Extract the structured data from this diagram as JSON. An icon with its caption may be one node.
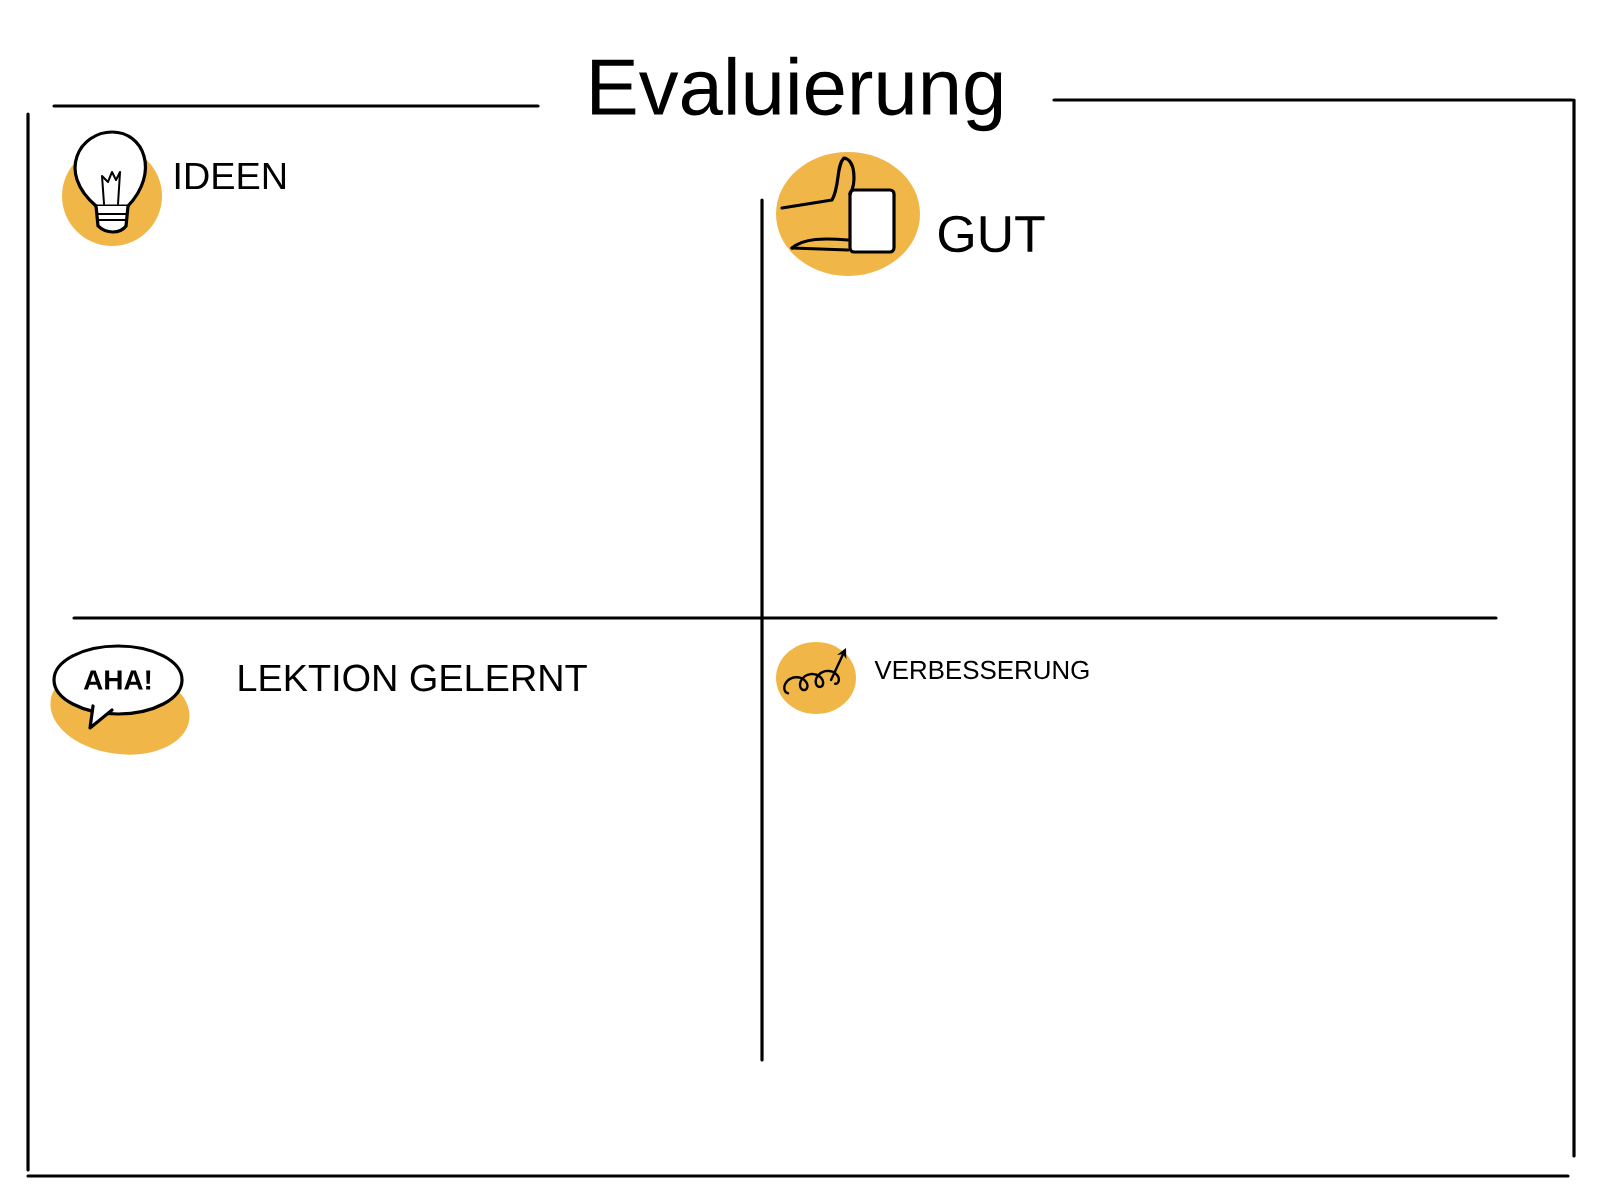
{
  "diagram": {
    "title": "Evaluierung",
    "nodes": [
      {
        "text": [
          "AHA!"
        ]
      }
    ],
    "labels": [
      "IDEEN",
      "GUT",
      "LEKTION GELERNT",
      "VERBESSERUNG"
    ]
  }
}
